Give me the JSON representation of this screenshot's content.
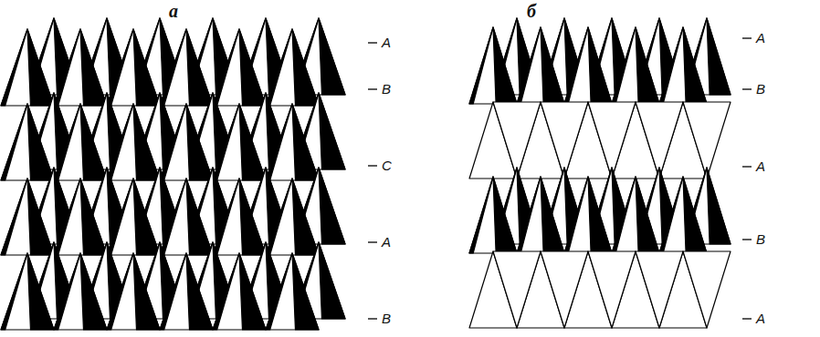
{
  "diagram": {
    "labels": [
      "а",
      "б",
      "A",
      "B",
      "C",
      "A",
      "B",
      "A",
      "B",
      "A",
      "B",
      "A"
    ]
  }
}
